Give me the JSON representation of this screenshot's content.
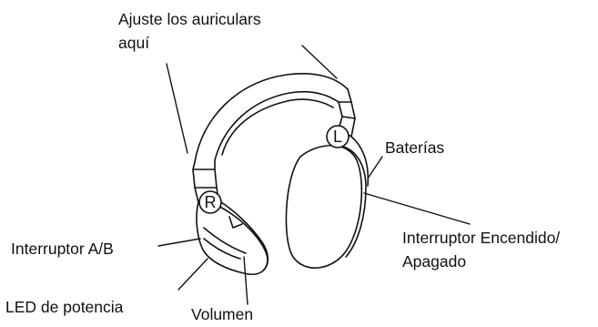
{
  "diagram": {
    "labels": {
      "adjust_line1": "Ajuste los auriculars",
      "adjust_line2": "aquí",
      "batteries": "Baterías",
      "power_switch_line1": "Interruptor Encendido/",
      "power_switch_line2": "Apagado",
      "ab_switch": "Interruptor A/B",
      "power_led": "LED de potencia",
      "volume": "Volumen"
    },
    "markers": {
      "left": "L",
      "right": "R"
    }
  }
}
